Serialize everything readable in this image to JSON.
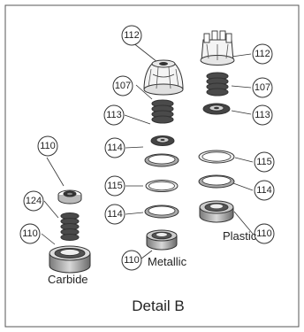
{
  "title": "Detail B",
  "captions": {
    "carbide": "Carbide",
    "metallic": "Metallic",
    "plastic": "Plastic"
  },
  "callouts": [
    "112",
    "112",
    "107",
    "107",
    "113",
    "113",
    "114",
    "114",
    "114",
    "115",
    "115",
    "110",
    "110",
    "110",
    "110",
    "124"
  ],
  "colors": {
    "line": "#333333",
    "frame": "#555555",
    "spring": "#3a3a3a",
    "dark": "#2b2b2b"
  }
}
